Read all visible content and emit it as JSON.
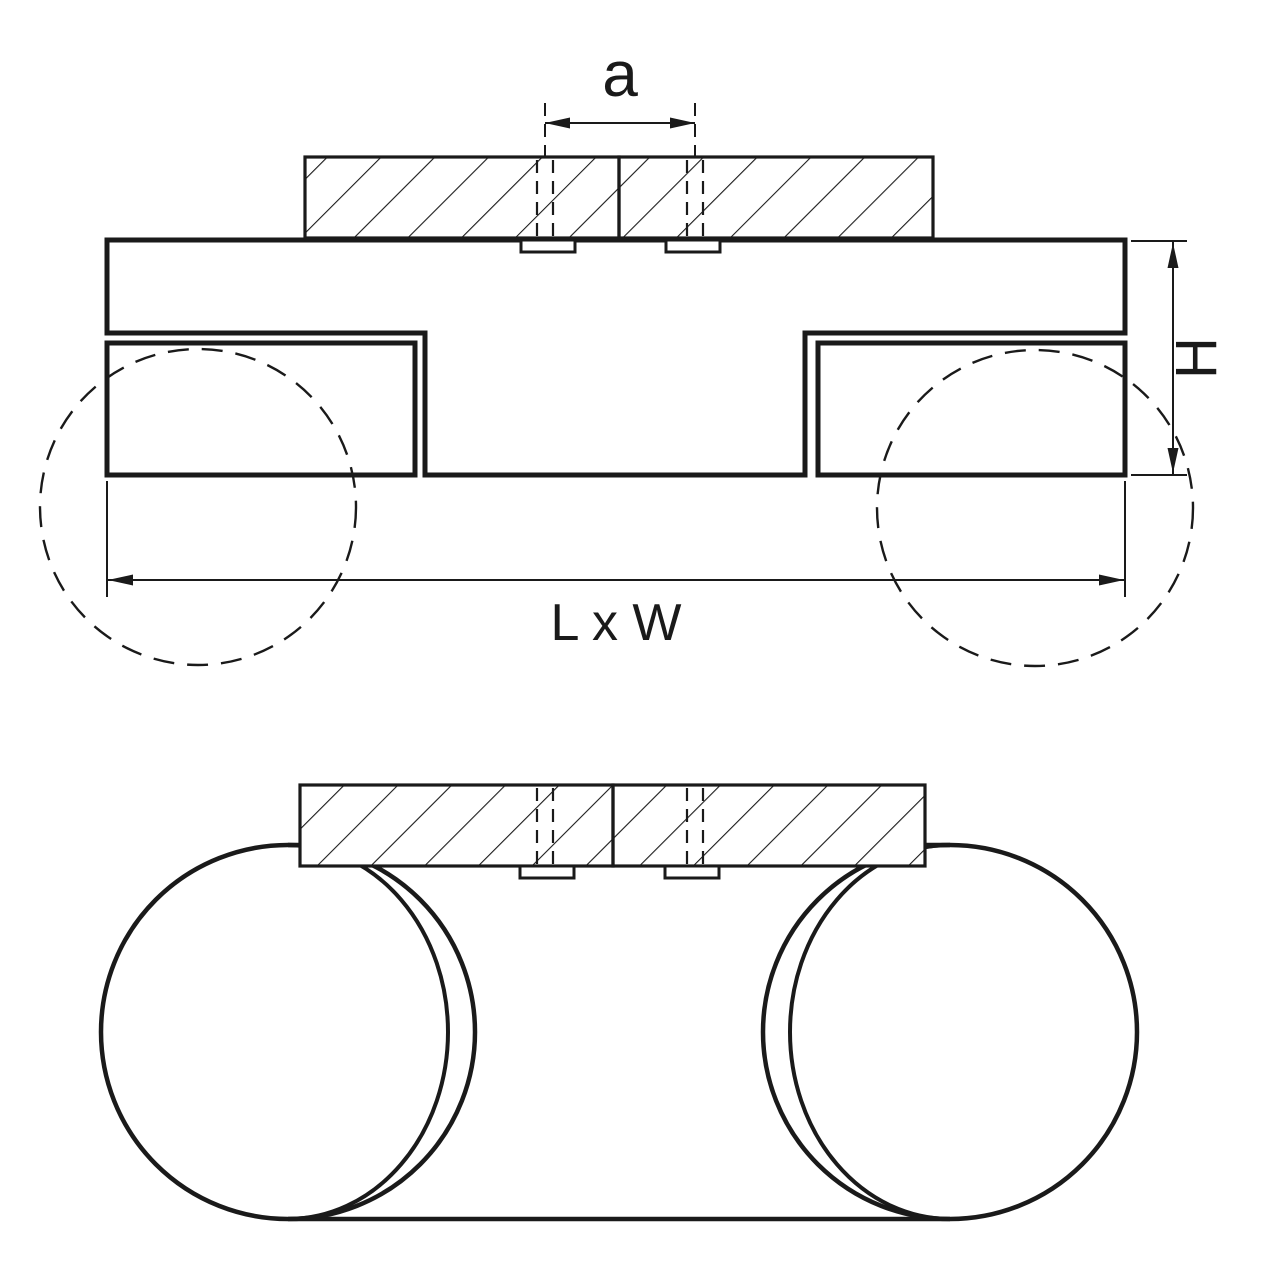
{
  "drawing": {
    "labels": {
      "hole_spacing": "a",
      "height": "H",
      "length_width": "L x W"
    },
    "line_color": "#1a1a1a",
    "background": "#ffffff"
  }
}
